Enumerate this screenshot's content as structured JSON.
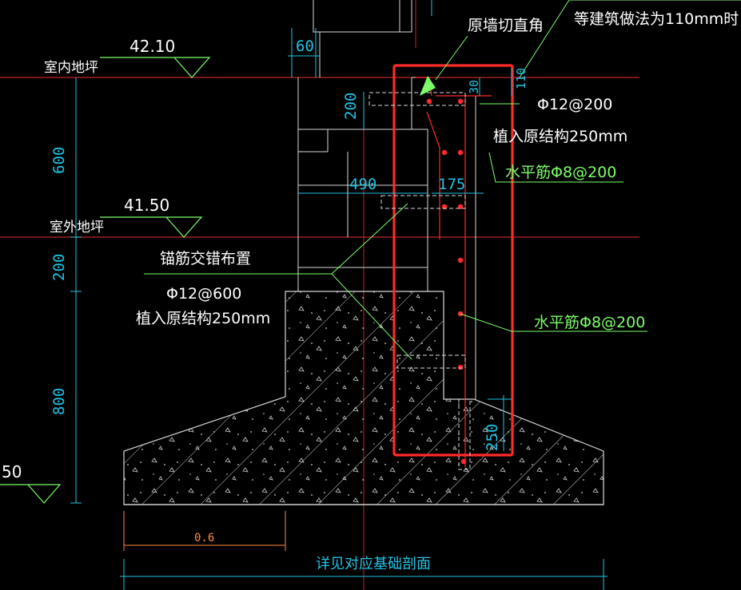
{
  "drawing": {
    "background": "#000000",
    "colors": {
      "datum_line": "#c0262b",
      "dimension": "#22c3e6",
      "annotation_green": "#7dff6a",
      "text_white": "#ffffff",
      "highlight_box": "#ff2a2a",
      "rebar": "#ff2a2a",
      "outline": "#d8d8d8",
      "bottom_dim": "#ff8c3a"
    },
    "levels": {
      "indoor_label": "室内地坪",
      "indoor_value": "42.10",
      "outdoor_label": "室外地坪",
      "outdoor_value": "41.50",
      "partial_value": "50"
    },
    "vertical_dims": [
      "600",
      "200",
      "800"
    ],
    "dims": {
      "top_60": "60",
      "d200": "200",
      "d490": "490",
      "d175": "175",
      "d250": "250",
      "d30": "30",
      "d110": "110",
      "bottom_06": "0.6"
    },
    "notes": {
      "cut_corner": "原墙切直角",
      "arch_110": "等建筑做法为110mm时",
      "rebar_phi12_200": "Φ12@200",
      "embed_250_right": "植入原结构250mm",
      "horiz_rebar_upper": "水平筋Φ8@200",
      "anchor_stagger": "锚筋交错布置",
      "phi12_600": "Φ12@600",
      "embed_250_left": "植入原结构250mm",
      "horiz_rebar_lower": "水平筋Φ8@200",
      "see_foundation": "详见对应基础剖面"
    }
  }
}
